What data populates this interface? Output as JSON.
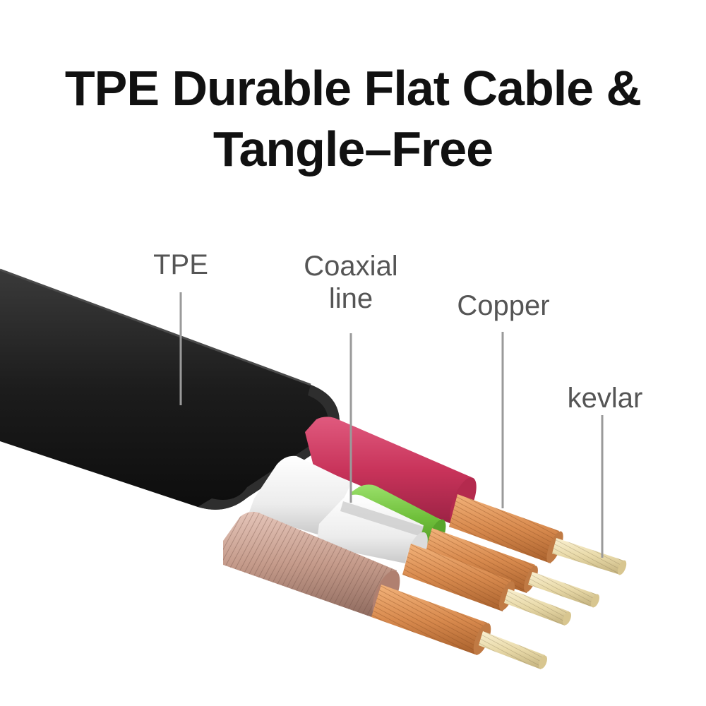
{
  "headline": {
    "line1": "TPE Durable Flat Cable &",
    "line2": "Tangle–Free"
  },
  "labels": {
    "tpe": "TPE",
    "coaxial_line1": "Coaxial",
    "coaxial_line2": "line",
    "copper": "Copper",
    "kevlar": "kevlar"
  },
  "colors": {
    "jacket": "#1c1c1c",
    "red_insulation": "#c8335a",
    "green_insulation": "#6fbf3a",
    "white_insulation": "#eeeeee",
    "copper": "#d88a4e",
    "tinned_copper": "#c49a8a",
    "kevlar": "#e8d9a8",
    "leader_line": "#9a9a9a"
  },
  "icons": [
    "flat-cable-cross-section"
  ]
}
